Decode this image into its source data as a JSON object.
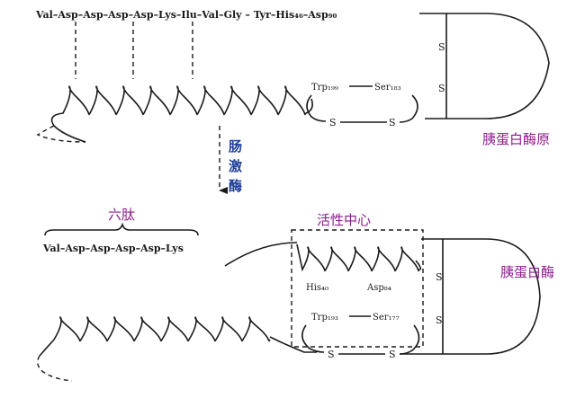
{
  "top": {
    "sequence": "Val–Asp–Asp–Asp–Asp–Lys–Ilu–Val–Gly – Tyr–His₄₆–Asp₉₀",
    "trp_label": "Trp₁₉₉",
    "ser_label": "Ser₁₈₃",
    "ss_bond_left": "S",
    "ss_bond_right": "S",
    "ss_loop_top": "S",
    "ss_loop_bottom": "S",
    "name": "胰蛋白酶原"
  },
  "enzyme": {
    "line1": "肠",
    "line2": "激",
    "line3": "酶"
  },
  "bottom": {
    "hexapeptide_label": "六肽",
    "hexapeptide_sequence": "Val–Asp–Asp–Asp–Asp–Lys",
    "active_center_label": "活性中心",
    "his_label": "His₄₀",
    "asp_label": "Asp₈₄",
    "trp_label": "Trp₁₉₃",
    "ser_label": "Ser₁₇₇",
    "ss_bond_left": "S",
    "ss_bond_right": "S",
    "ss_loop_top": "S",
    "ss_loop_bottom": "S",
    "name": "胰蛋白酶"
  }
}
